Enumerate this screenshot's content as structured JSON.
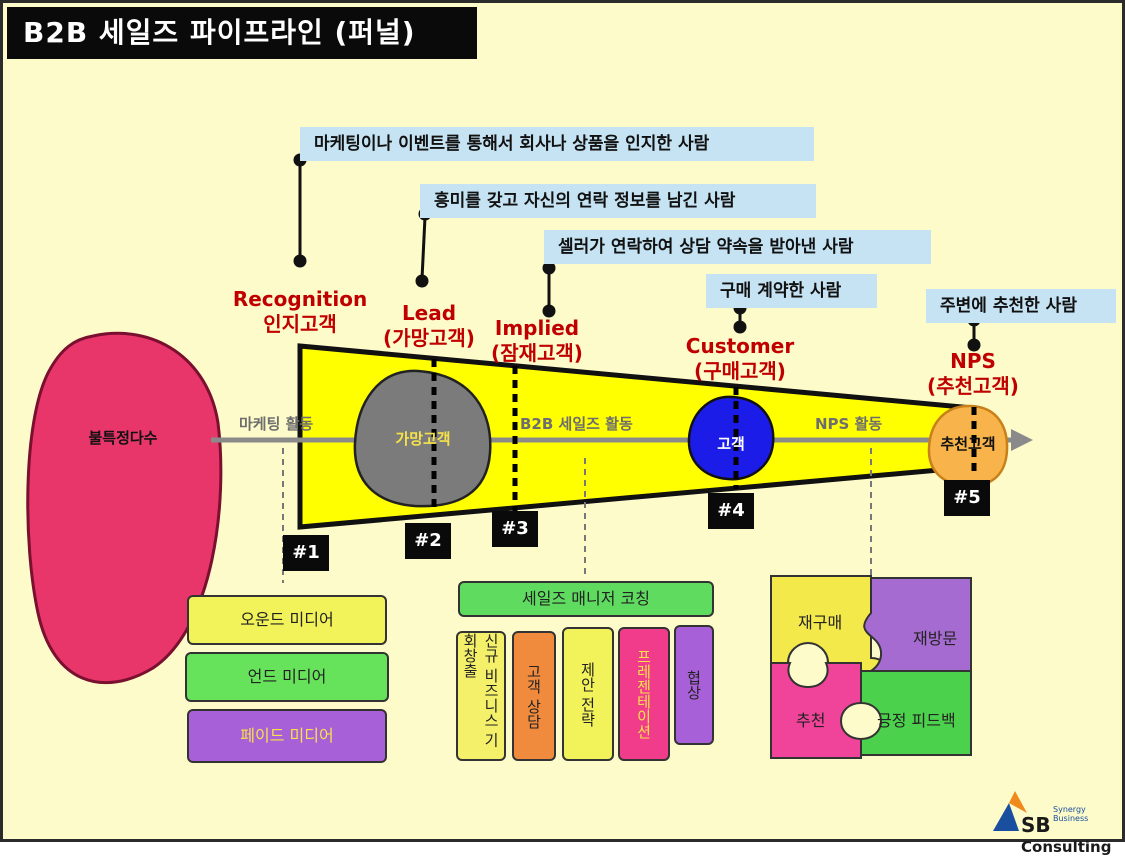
{
  "title": "B2B 세일즈 파이프라인 (퍼널)",
  "colors": {
    "background": "#fdfbc9",
    "funnel": "#ffff00",
    "stage_text": "#c00000",
    "callout": "#c5e3f3",
    "blob_pink": "#e8356a",
    "blob_gray": "#7b7b7b",
    "blob_blue": "#1c1ce8",
    "blob_orange": "#f8b44a"
  },
  "descriptions": {
    "recognition": "마케팅이나 이벤트를 통해서 회사나 상품을 인지한 사람",
    "lead": "흥미를 갖고 자신의 연락 정보를 남긴 사람",
    "implied": "셀러가 연락하여 상담 약속을 받아낸 사람",
    "customer": "구매 계약한 사람",
    "nps": "주변에 추천한 사람"
  },
  "stages": {
    "recognition": {
      "en": "Recognition",
      "ko": "인지고객"
    },
    "lead": {
      "en": "Lead",
      "ko": "(가망고객)"
    },
    "implied": {
      "en": "Implied",
      "ko": "(잠재고객)"
    },
    "customer": {
      "en": "Customer",
      "ko": "(구매고객)"
    },
    "nps": {
      "en": "NPS",
      "ko": "(추천고객)"
    }
  },
  "blobs": {
    "unspecified": "불특정다수",
    "prospect": "가망고객",
    "customer": "고객",
    "referrer": "추천고객"
  },
  "activities": {
    "marketing": "마케팅 활동",
    "sales": "B2B 세일즈 활동",
    "nps": "NPS 활동"
  },
  "markers": [
    "#1",
    "#2",
    "#3",
    "#4",
    "#5"
  ],
  "media": [
    "오운드 미디어",
    "언드 미디어",
    "페이드 미디어"
  ],
  "sales_coaching": "세일즈 매니저 코칭",
  "sales_books": [
    "신규 비즈니스 기회창출",
    "고객 상담",
    "제안 전략",
    "프레젠테이션",
    "협상"
  ],
  "nps_puzzle": [
    "재구매",
    "재방문",
    "추천",
    "긍정 피드백"
  ],
  "logo": {
    "tagline": "Synergy Business",
    "sb": "SB",
    "consulting": "Consulting"
  }
}
